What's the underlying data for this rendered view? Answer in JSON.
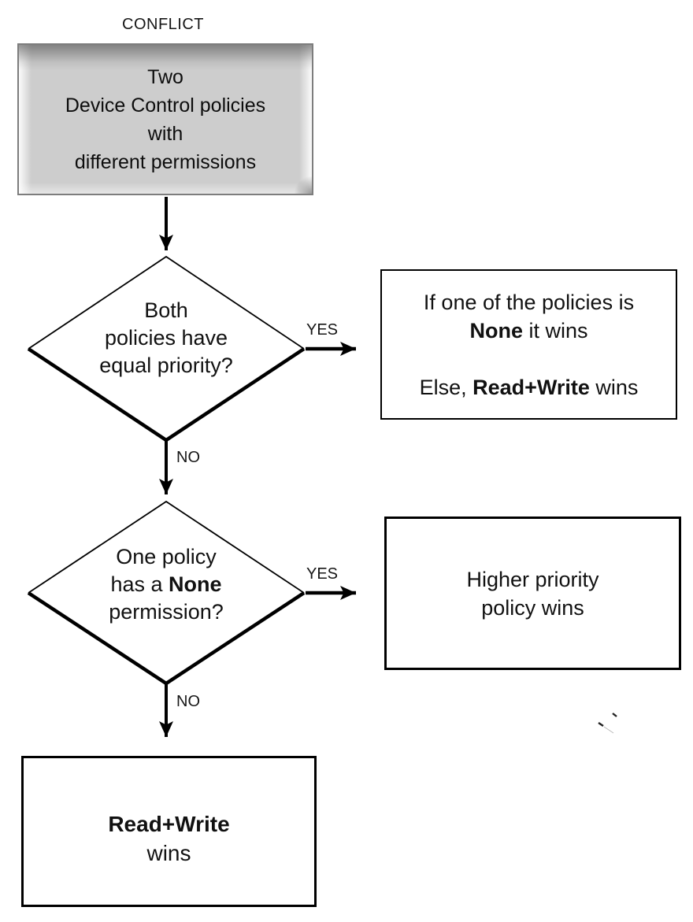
{
  "diagram": {
    "title": "CONFLICT",
    "labels": {
      "yes": "YES",
      "no": "NO"
    },
    "colors": {
      "line": "#000000",
      "start_box_fill": "#cdcdcd",
      "start_box_border": "#7d7d7d",
      "result_box_border": "#000000",
      "text": "#111111",
      "background": "#ffffff"
    },
    "nodes": {
      "start": {
        "lines": [
          [
            {
              "t": "Two"
            }
          ],
          [
            {
              "t": "Device Control policies"
            }
          ],
          [
            {
              "t": "with"
            }
          ],
          [
            {
              "t": "different permissions"
            }
          ]
        ]
      },
      "decision1": {
        "lines": [
          [
            {
              "t": "Both"
            }
          ],
          [
            {
              "t": "policies have"
            }
          ],
          [
            {
              "t": "equal priority?"
            }
          ]
        ]
      },
      "result1": {
        "lines": [
          [
            {
              "t": "If one of the policies is"
            }
          ],
          [
            {
              "t": "None",
              "b": 1
            },
            {
              "t": " it wins"
            }
          ],
          [
            {
              "t": " "
            }
          ],
          [
            {
              "t": "Else, "
            },
            {
              "t": "Read+Write",
              "b": 1
            },
            {
              "t": " wins"
            }
          ]
        ]
      },
      "decision2": {
        "lines": [
          [
            {
              "t": "One policy"
            }
          ],
          [
            {
              "t": "has a "
            },
            {
              "t": "None",
              "b": 1
            }
          ],
          [
            {
              "t": "permission?"
            }
          ]
        ]
      },
      "result2": {
        "lines": [
          [
            {
              "t": "Higher priority"
            }
          ],
          [
            {
              "t": "policy wins"
            }
          ]
        ]
      },
      "result3": {
        "lines": [
          [
            {
              "t": "Read+Write",
              "b": 1
            }
          ],
          [
            {
              "t": "wins"
            }
          ]
        ]
      }
    }
  }
}
